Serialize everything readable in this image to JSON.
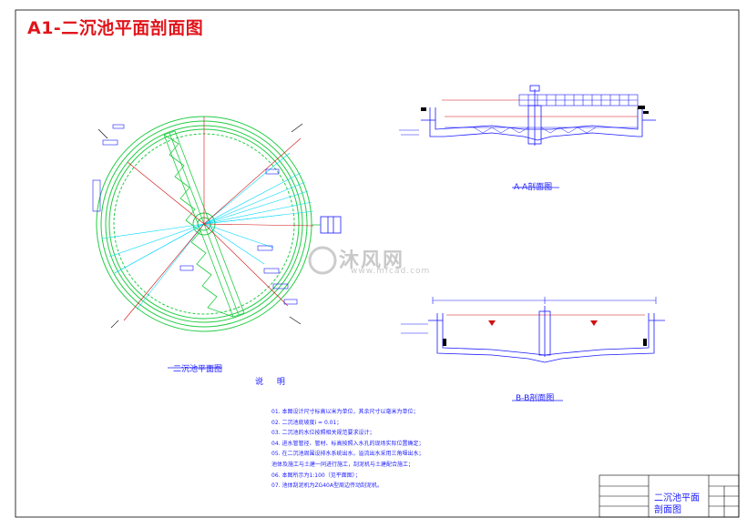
{
  "header": {
    "title": "A1-二沉池平面剖面图"
  },
  "views": {
    "plan_label": "二沉池平面图",
    "section_aa_label": "A-A剖面图",
    "section_bb_label": "B-B剖面图"
  },
  "notes": {
    "title": "说 明",
    "items": [
      "01. 本图设计尺寸标高以米为单位，其余尺寸以毫米为单位；",
      "02. 二沉池底坡度i = 0.01；",
      "03. 二沉池的水位按照相关规范要求设计；",
      "04. 进水管管径、管材、标高按照入水孔的现场实际位置确定；",
      "05. 在二沉池周围设排水系统出水，溢流出水采用三角堰出水；",
      "    池体及施工与土建一同进行施工，刮泥机与土建配合施工；",
      "06. 本图所示为1:100（见平面图）；",
      "07. 池体刮泥机为ZG40A型周边传动刮泥机。"
    ]
  },
  "title_block": {
    "drawing_name": "二沉池平面剖面图"
  },
  "watermark": {
    "text": "沐风网",
    "url": "www.mfcad.com"
  },
  "colors": {
    "title": "#e0151b",
    "cyan": "#00e0ff",
    "green": "#22cc44",
    "blue": "#1a1aff",
    "red": "#d01010"
  }
}
